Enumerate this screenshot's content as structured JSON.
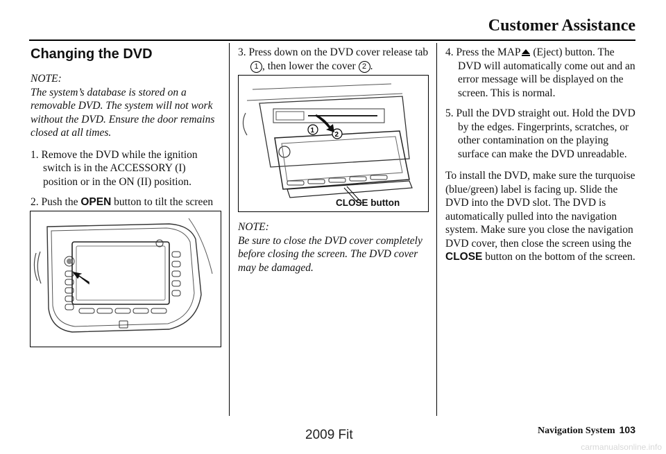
{
  "header": {
    "title": "Customer Assistance"
  },
  "section": {
    "title": "Changing the DVD",
    "note_heading": "NOTE:",
    "note_text": "The system’s database is stored on a removable DVD. The system will not work without the DVD. Ensure the door remains closed at all times."
  },
  "steps": {
    "s1": "1. Remove the DVD while the ignition switch is in the ACCESSORY (I) position or in the ON (II) position.",
    "s2_prefix": "2. Push the ",
    "s2_bold": "OPEN",
    "s2_suffix": " button to tilt the screen down.",
    "s3_a": "3. Press down on the DVD cover release tab ",
    "s3_b": ", then lower the cover ",
    "s3_c": ".",
    "s4_a": "4. Press the MAP",
    "s4_b": " (Eject) button. The DVD will automatically come out and an error message will be displayed on the screen. This is normal.",
    "s5": "5. Pull the DVD straight out. Hold the DVD by the edges. Fingerprints, scratches, or other contamination on the playing surface can make the DVD unreadable."
  },
  "markers": {
    "one": "1",
    "two": "2"
  },
  "figure2": {
    "callout": "CLOSE button"
  },
  "note2": {
    "heading": "NOTE:",
    "text": "Be sure to close the DVD cover completely before closing the screen. The DVD cover may be damaged."
  },
  "install": {
    "prefix": "To install the DVD, make sure the turquoise (blue/green) label is facing up. Slide the DVD into the DVD slot. The DVD is automatically pulled into the navigation system. Make sure you close the navigation DVD cover, then close the screen using the ",
    "bold": "CLOSE",
    "suffix": " button on the bottom of the screen."
  },
  "footer": {
    "nav_label": "Navigation System",
    "page": "103"
  },
  "watermark": {
    "text": "2009  Fit",
    "site": "carmanualsonline.info"
  },
  "icons": {
    "eject": "eject-icon"
  }
}
